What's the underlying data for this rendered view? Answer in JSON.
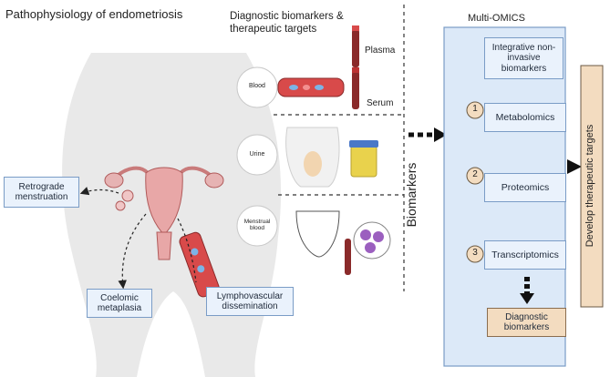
{
  "left": {
    "title": "Pathophysiology of endometriosis",
    "labels": {
      "retrograde": "Retrograde menstruation",
      "coelomic": "Coelomic metaplasia",
      "lymph": "Lymphovascular dissemination"
    }
  },
  "middle": {
    "title": "Diagnostic biomarkers & therapeutic targets",
    "rows": [
      {
        "label": "Blood",
        "tubes": [
          "Plasma",
          "Serum"
        ]
      },
      {
        "label": "Urine"
      },
      {
        "label": "Menstrual blood"
      }
    ],
    "vertical_label": "Biomarkers"
  },
  "right": {
    "title": "Multi-OMICS",
    "header_box": "Integrative non-invasive biomarkers",
    "items": [
      {
        "num": "1",
        "label": "Metabolomics"
      },
      {
        "num": "2",
        "label": "Proteomics"
      },
      {
        "num": "3",
        "label": "Transcriptomics"
      }
    ],
    "result_box": "Diagnostic biomarkers",
    "side_label": "Develop therapeutic targets"
  },
  "colors": {
    "panel_fill": "#dce9f8",
    "panel_border": "#7a9cc6",
    "box_fill": "#eaf2fc",
    "accent_tan": "#f3dcc0",
    "blood_red": "#b43a3a"
  }
}
